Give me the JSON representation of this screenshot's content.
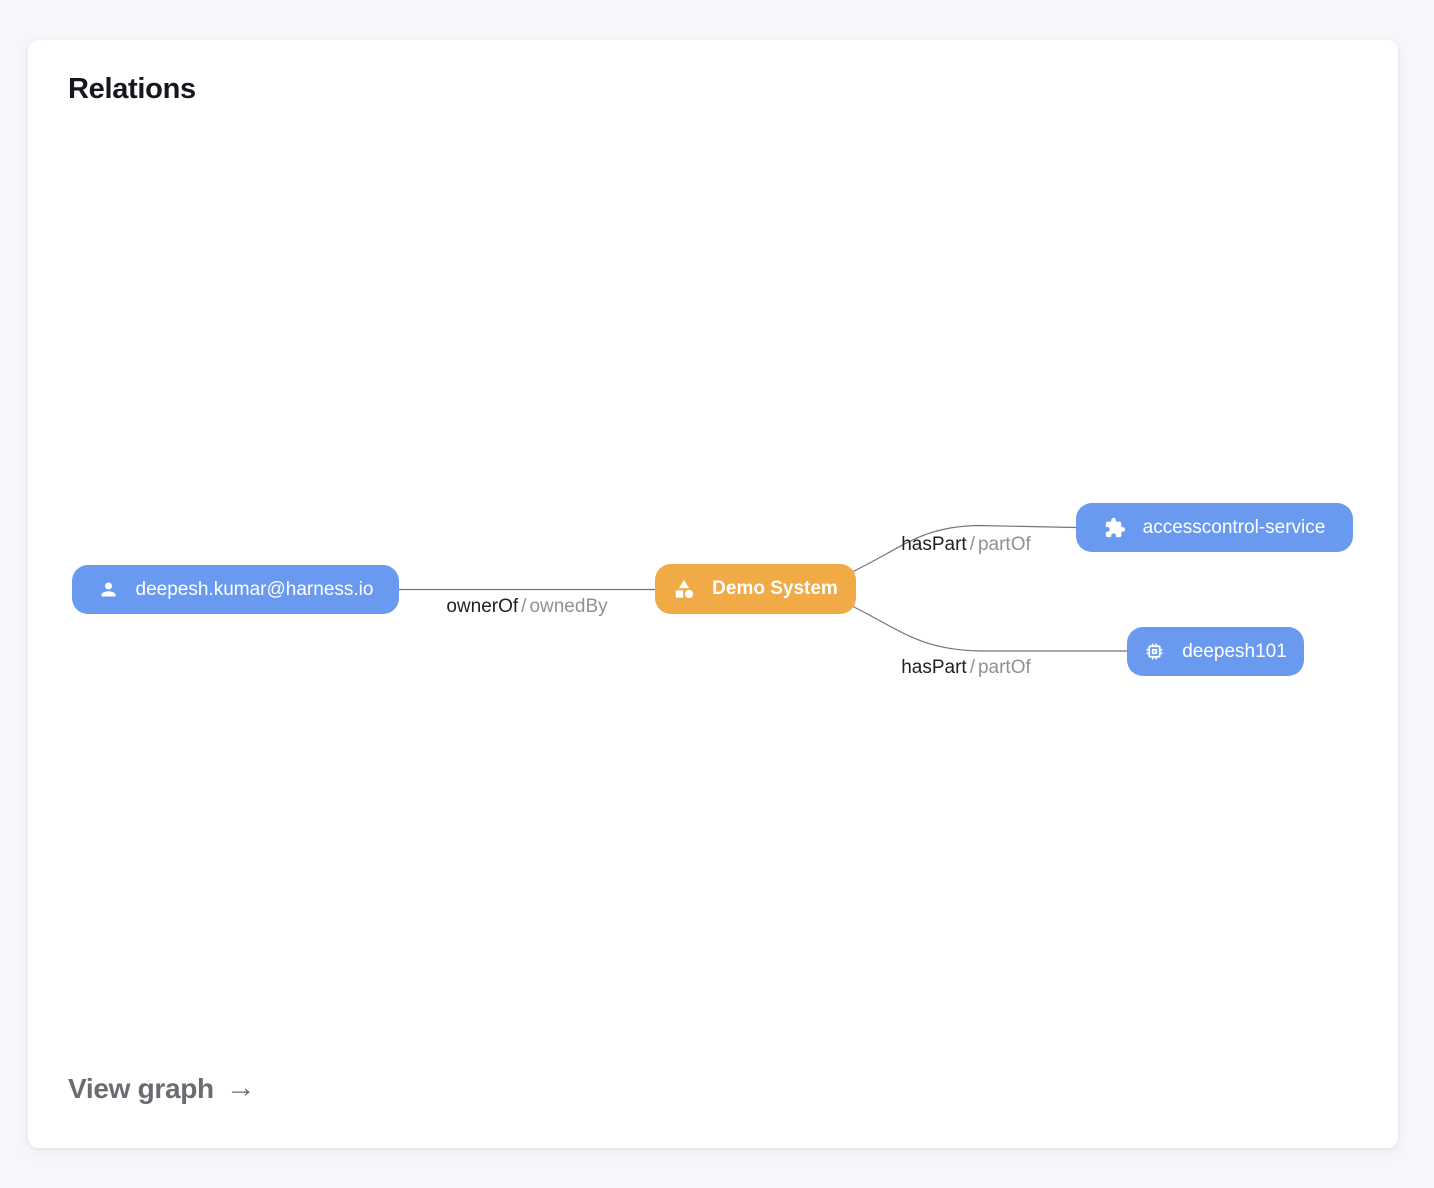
{
  "card": {
    "title": "Relations"
  },
  "colors": {
    "page_background": "#f5f7fb",
    "card_background": "#ffffff",
    "node_blue": "#699af0",
    "node_orange": "#f0aa46",
    "edge_line": "#757575",
    "edge_label_primary": "#202124",
    "edge_label_secondary": "#8f9196",
    "footer_link": "#6b6c72"
  },
  "graph": {
    "nodes": [
      {
        "id": "user",
        "label": "deepesh.kumar@harness.io",
        "icon": "person-icon",
        "color": "#699af0"
      },
      {
        "id": "system",
        "label": "Demo System",
        "icon": "category-icon",
        "color": "#f0aa46"
      },
      {
        "id": "service",
        "label": "accesscontrol-service",
        "icon": "puzzle-icon",
        "color": "#699af0"
      },
      {
        "id": "component",
        "label": "deepesh101",
        "icon": "chip-icon",
        "color": "#699af0"
      }
    ],
    "edges": [
      {
        "from": "user",
        "to": "system",
        "label_primary": "ownerOf",
        "separator": "/",
        "label_secondary": "ownedBy"
      },
      {
        "from": "system",
        "to": "service",
        "label_primary": "hasPart",
        "separator": "/",
        "label_secondary": "partOf"
      },
      {
        "from": "system",
        "to": "component",
        "label_primary": "hasPart",
        "separator": "/",
        "label_secondary": "partOf"
      }
    ]
  },
  "footer": {
    "label": "View graph",
    "arrow": "→"
  }
}
